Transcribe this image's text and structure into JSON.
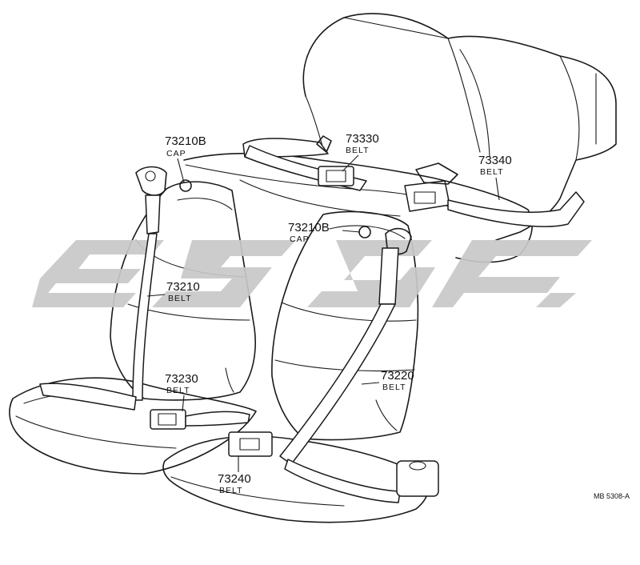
{
  "callouts": [
    {
      "id": "c1",
      "part": "73210B",
      "name": "CAP"
    },
    {
      "id": "c2",
      "part": "73330",
      "name": "BELT"
    },
    {
      "id": "c3",
      "part": "73340",
      "name": "BELT"
    },
    {
      "id": "c4",
      "part": "73210B",
      "name": "CAP"
    },
    {
      "id": "c5",
      "part": "73210",
      "name": "BELT"
    },
    {
      "id": "c6",
      "part": "73230",
      "name": "BELT"
    },
    {
      "id": "c7",
      "part": "73220",
      "name": "BELT"
    },
    {
      "id": "c8",
      "part": "73240",
      "name": "BELT"
    }
  ],
  "figure_code": "MB 5308-A",
  "colors": {
    "ink": "#1a1a1a",
    "watermark": "#c8c8c8",
    "background": "#ffffff"
  }
}
